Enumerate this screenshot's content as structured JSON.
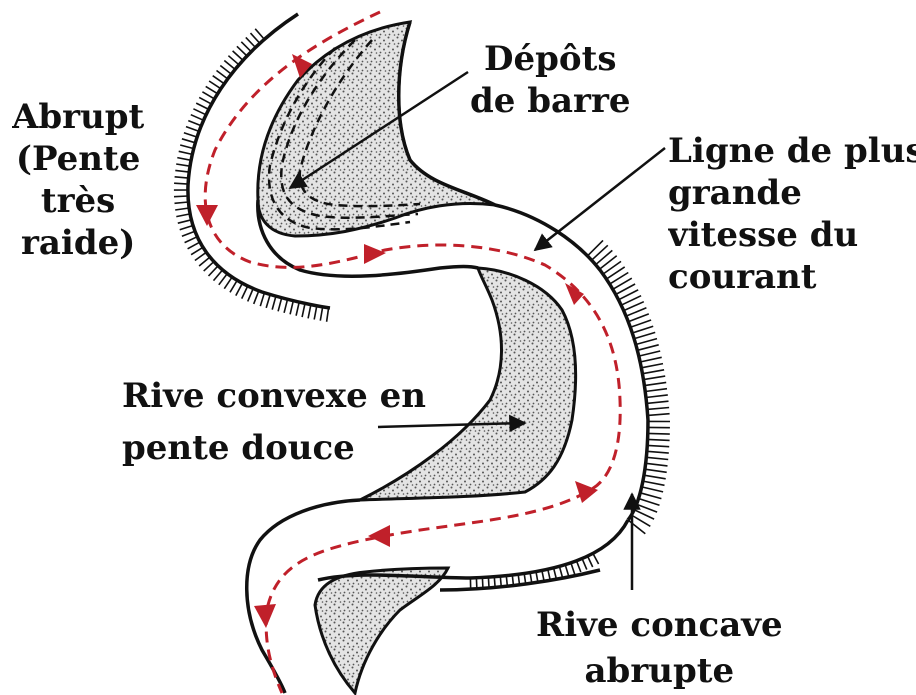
{
  "colors": {
    "line": "#111111",
    "flow_arrow": "#c0202a",
    "stipple_bg": "#e4e4e4",
    "stipple_dot": "#555555",
    "background": "#ffffff"
  },
  "labels": {
    "abrupt": [
      "Abrupt",
      "(Pente",
      "très",
      "raide)"
    ],
    "depots": [
      "Dépôts",
      "de barre"
    ],
    "ligne": [
      "Ligne de plus",
      "grande",
      "vitesse du",
      "courant"
    ],
    "rive_convexe": [
      "Rive convexe en",
      "pente douce"
    ],
    "rive_concave": [
      "Rive concave",
      "abrupte"
    ]
  }
}
